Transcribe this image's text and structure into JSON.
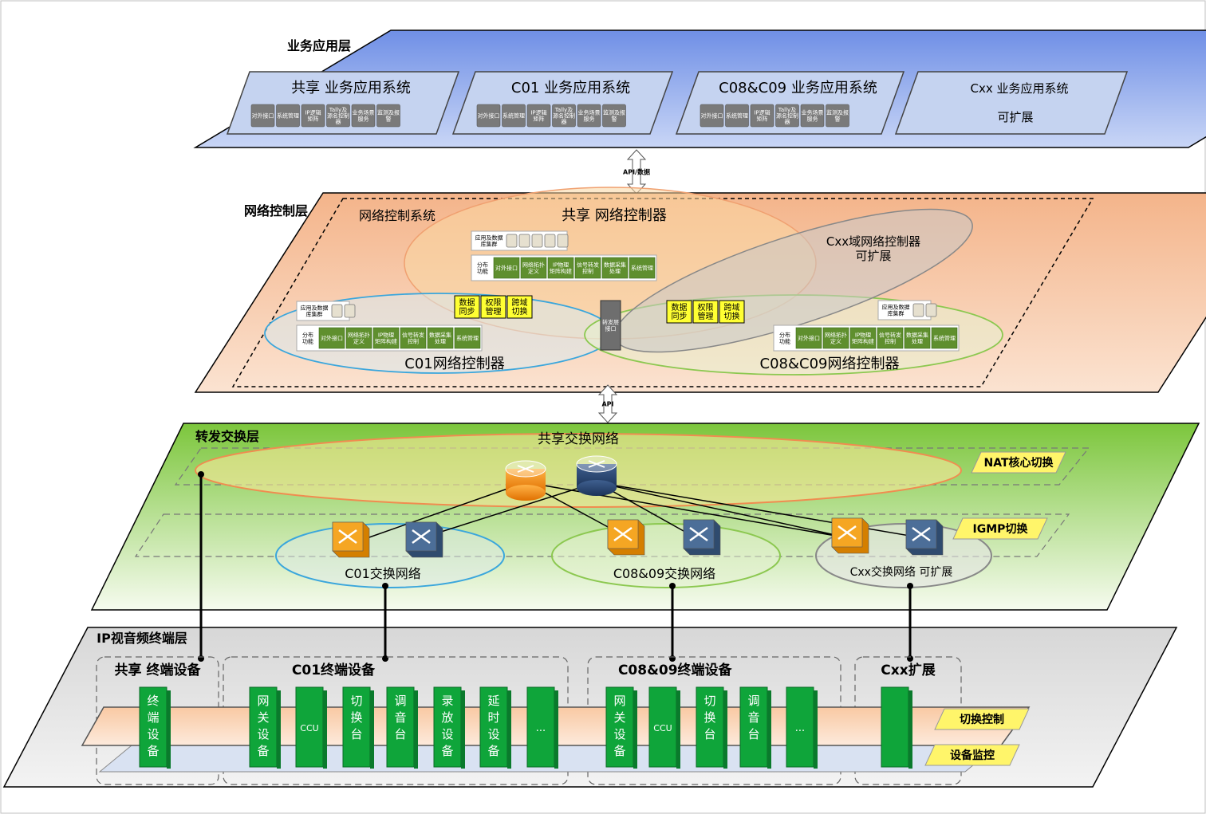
{
  "layers": {
    "app": {
      "title": "业务应用层",
      "systems": [
        {
          "title": "共享 业务应用系统",
          "modules": [
            "对外接口",
            "系统管理",
            "IP逻辑矩阵",
            "Tally及源名控制器",
            "业务场景服务",
            "监测及报警"
          ]
        },
        {
          "title": "C01 业务应用系统",
          "modules": [
            "对外接口",
            "系统管理",
            "IP逻辑矩阵",
            "Tally及源名控制器",
            "业务场景服务",
            "监测及报警"
          ]
        },
        {
          "title": "C08&C09 业务应用系统",
          "modules": [
            "对外接口",
            "系统管理",
            "IP逻辑矩阵",
            "Tally及源名控制器",
            "业务场景服务",
            "监测及报警"
          ]
        },
        {
          "title": "Cxx 业务应用系统",
          "note": "可扩展"
        }
      ]
    },
    "control": {
      "title": "网络控制层",
      "system_label": "网络控制系统",
      "shared_title": "共享 网络控制器",
      "c01_title": "C01网络控制器",
      "c08_title": "C08&C09网络控制器",
      "cxx_title": "Cxx域网络控制器",
      "cxx_note": "可扩展",
      "cluster_label": "应用及数据库集群",
      "dist_label": "分布功能",
      "dist_modules": [
        "对外接口",
        "网络拓扑定义",
        "IP物理矩阵构建",
        "信号转发控制",
        "数据采集处理",
        "系统管理"
      ],
      "sync_boxes": [
        "数据同步",
        "权限管理",
        "跨域切换"
      ],
      "forward_iface": "转发层接口"
    },
    "switch": {
      "title": "转发交换层",
      "shared_net": "共享交换网络",
      "nat_label": "NAT核心切换",
      "igmp_label": "IGMP切换",
      "c01_net": "C01交换网络",
      "c08_net": "C08&09交换网络",
      "cxx_net": "Cxx交换网络 可扩展"
    },
    "terminal": {
      "title": "IP视音频终端层",
      "groups": [
        {
          "title": "共享 终端设备",
          "devices": [
            "终端设备"
          ]
        },
        {
          "title": "C01终端设备",
          "devices": [
            "网关设备",
            "CCU",
            "切换台",
            "调音台",
            "录放设备",
            "延时设备",
            "..."
          ]
        },
        {
          "title": "C08&09终端设备",
          "devices": [
            "网关设备",
            "CCU",
            "切换台",
            "调音台",
            "..."
          ]
        },
        {
          "title": "Cxx扩展",
          "devices": [
            ""
          ]
        }
      ],
      "switch_ctrl": "切换控制",
      "monitor": "设备监控"
    }
  },
  "connectors": {
    "api_data": "API/数据",
    "api": "API"
  },
  "colors": {
    "app_layer": "#8fa8e8",
    "control_layer": "#f6c8a6",
    "switch_layer": "#9ed46a",
    "terminal_layer": "#e6e6e6",
    "module_gray": "#7a7a7a",
    "module_green": "#5f8f2e",
    "device_green": "#0fa53a",
    "label_yellow": "#f8f060",
    "orange_ring": "#f08c50",
    "blue_ring": "#3aa6dc",
    "green_ring": "#8cc850"
  }
}
